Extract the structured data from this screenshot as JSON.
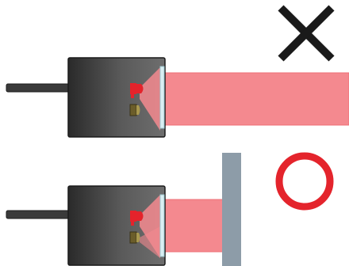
{
  "panels": [
    {
      "id": "incorrect",
      "mark": "cross-icon",
      "beam": "unobstructed",
      "target": "none"
    },
    {
      "id": "correct",
      "mark": "circle-icon",
      "beam": "blocked",
      "target": "plate"
    }
  ],
  "colors": {
    "sensor_body_dark": "#2b2b2b",
    "sensor_body_light": "#6a6a6a",
    "cable": "#3a3a3a",
    "beam": "#f4898f",
    "beam_edge": "#ee6e76",
    "emitter": "#e4232b",
    "receiver": "#8a7a3a",
    "lens": "#d9eef2",
    "target_plate": "#8d9ca8",
    "cross_mark": "#1a1a1a",
    "circle_mark": "#e4242c"
  }
}
